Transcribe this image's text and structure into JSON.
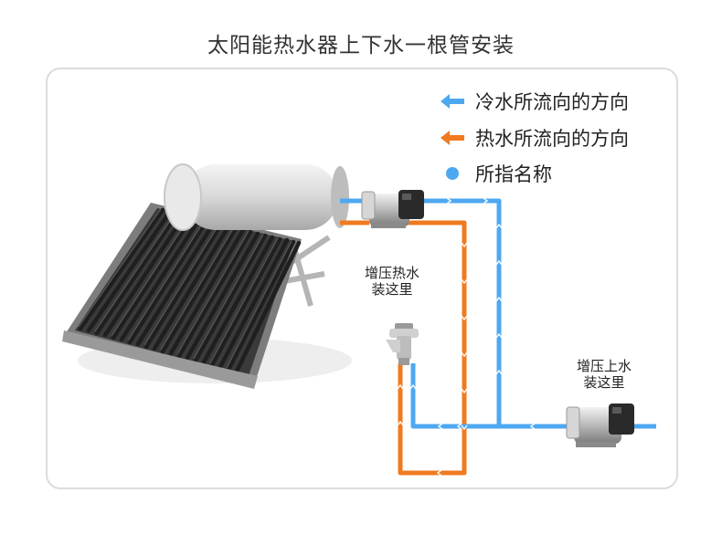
{
  "title": "太阳能热水器上下水一根管安装",
  "legend": {
    "cold": "冷水所流向的方向",
    "hot": "热水所流向的方向",
    "name": "所指名称"
  },
  "labels": {
    "hot_pump_line1": "增压热水",
    "hot_pump_line2": "装这里",
    "cold_pump_line1": "增压上水",
    "cold_pump_line2": "装这里"
  },
  "colors": {
    "cold": "#4ea8f0",
    "hot": "#f07a20",
    "dot": "#4ea8f0",
    "border": "#dcdcdc"
  },
  "icons": {
    "cold_arrow": "arrow-left-icon",
    "hot_arrow": "arrow-left-icon",
    "dot": "dot-icon",
    "heater": "solar-water-heater-icon",
    "pump": "pump-icon",
    "faucet": "faucet-icon"
  }
}
